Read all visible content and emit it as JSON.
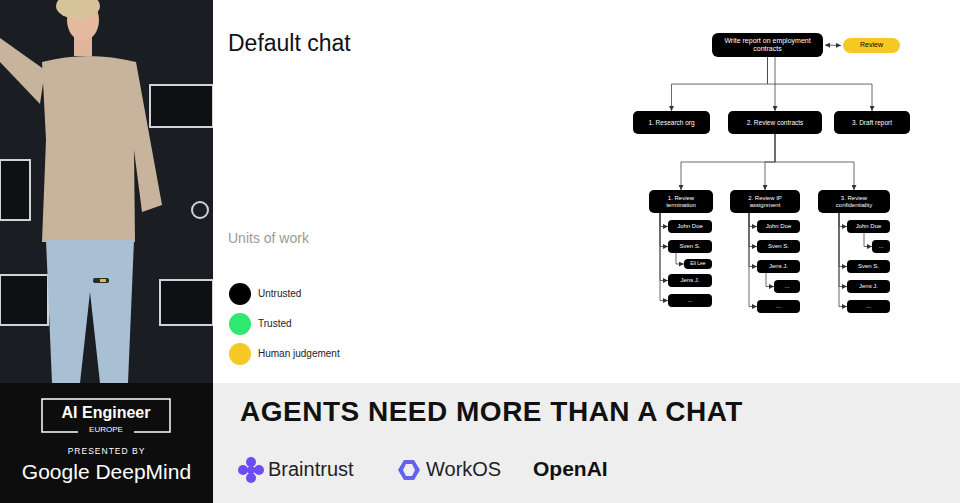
{
  "diagram": {
    "title": "Default chat",
    "caption": "AGENTS NEED MORE THAN A CHAT",
    "nodes": [
      {
        "text": [
          "Write report on employment contracts"
        ]
      },
      {
        "text": [
          "Review"
        ]
      },
      {
        "text": [
          "1. Research org"
        ]
      },
      {
        "text": [
          "2. Review contracts"
        ]
      },
      {
        "text": [
          "3. Draft report"
        ]
      },
      {
        "text": [
          "1. Review termination"
        ]
      },
      {
        "text": [
          "2. Review IP assignment"
        ]
      },
      {
        "text": [
          "3. Review confidentiality"
        ]
      },
      {
        "text": [
          "John Doe"
        ]
      },
      {
        "text": [
          "Sven S."
        ]
      },
      {
        "text": [
          "Eli Lee"
        ]
      },
      {
        "text": [
          "Jens J."
        ]
      },
      {
        "text": [
          "..."
        ]
      },
      {
        "text": [
          "John Doe"
        ]
      },
      {
        "text": [
          "Sven S."
        ]
      },
      {
        "text": [
          "Jens J."
        ]
      },
      {
        "text": [
          "..."
        ]
      },
      {
        "text": [
          "..."
        ]
      },
      {
        "text": [
          "John Doe"
        ]
      },
      {
        "text": [
          "..."
        ]
      },
      {
        "text": [
          "Sven S."
        ]
      },
      {
        "text": [
          "Jens J."
        ]
      },
      {
        "text": [
          "..."
        ]
      }
    ],
    "edges": [
      {
        "from": 0,
        "to": 1,
        "arrow": "both"
      },
      {
        "from": 0,
        "to": 2,
        "arrow": "to"
      },
      {
        "from": 0,
        "to": 3,
        "arrow": "to"
      },
      {
        "from": 0,
        "to": 4,
        "arrow": "to"
      },
      {
        "from": 3,
        "to": 5,
        "arrow": "to"
      },
      {
        "from": 3,
        "to": 6,
        "arrow": "to"
      },
      {
        "from": 3,
        "to": 7,
        "arrow": "to"
      },
      {
        "from": 5,
        "to": 8,
        "arrow": "to"
      },
      {
        "from": 5,
        "to": 9,
        "arrow": "to"
      },
      {
        "from": 9,
        "to": 10,
        "arrow": "to"
      },
      {
        "from": 5,
        "to": 11,
        "arrow": "to"
      },
      {
        "from": 5,
        "to": 12,
        "arrow": "to"
      },
      {
        "from": 6,
        "to": 13,
        "arrow": "to"
      },
      {
        "from": 6,
        "to": 14,
        "arrow": "to"
      },
      {
        "from": 6,
        "to": 15,
        "arrow": "to"
      },
      {
        "from": 15,
        "to": 16,
        "arrow": "to"
      },
      {
        "from": 6,
        "to": 17,
        "arrow": "to"
      },
      {
        "from": 7,
        "to": 18,
        "arrow": "to"
      },
      {
        "from": 18,
        "to": 19,
        "arrow": "to"
      },
      {
        "from": 7,
        "to": 20,
        "arrow": "to"
      },
      {
        "from": 7,
        "to": 21,
        "arrow": "to"
      },
      {
        "from": 7,
        "to": 22,
        "arrow": "to"
      }
    ],
    "labels": [
      "Units of work",
      "AI Engineer",
      "EUROPE",
      "PRESENTED BY",
      "Google DeepMind",
      "Braintrust",
      "WorkOS",
      "OpenAI"
    ],
    "legend": [
      {
        "text": "Untrusted",
        "color": "#000000"
      },
      {
        "text": "Trusted",
        "color": "#2fe870"
      },
      {
        "text": "Human judgement",
        "color": "#f6c823"
      }
    ]
  }
}
